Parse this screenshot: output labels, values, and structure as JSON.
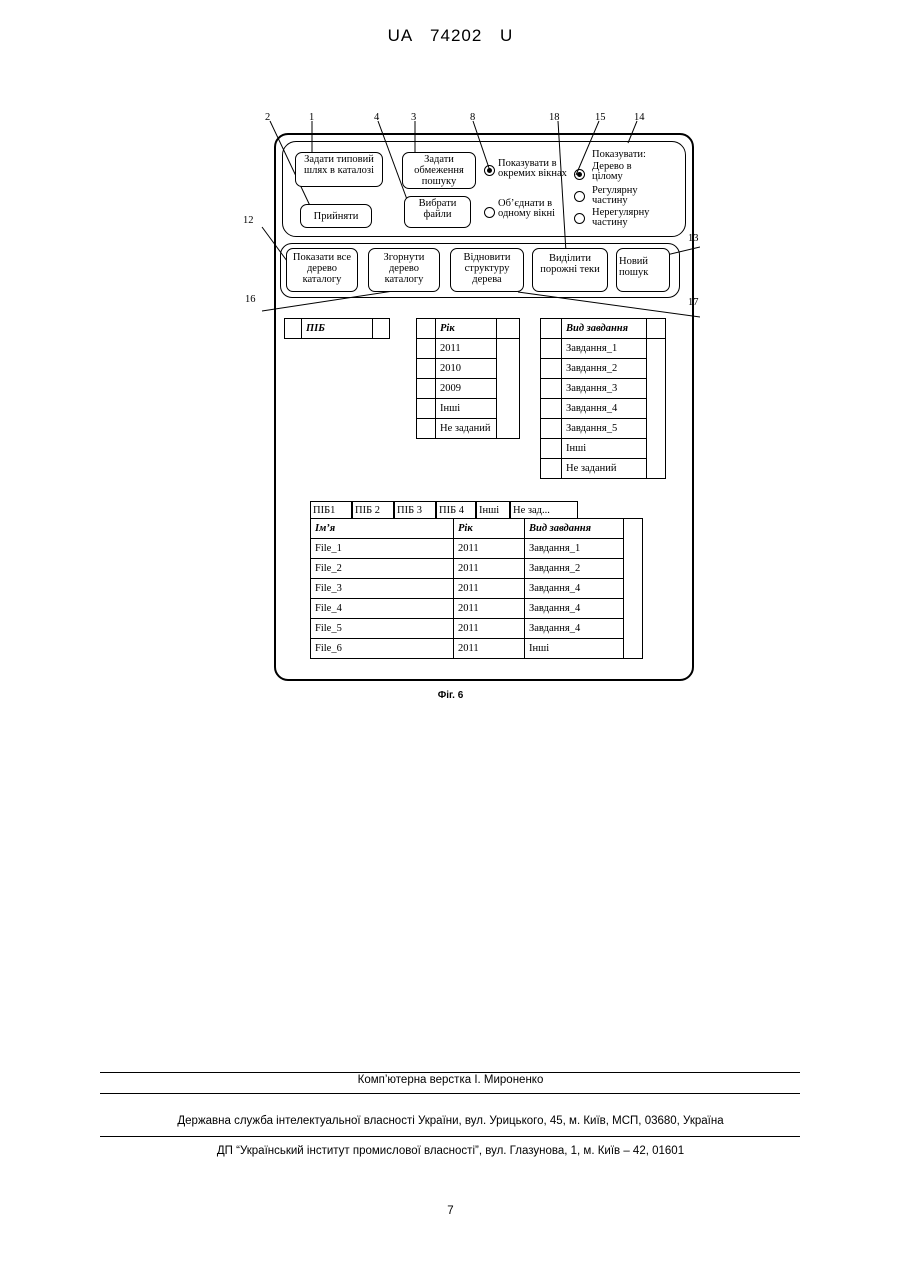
{
  "header": {
    "patent_id": "UA 74202 U"
  },
  "figure": {
    "callouts": {
      "n1": "1",
      "n2": "2",
      "n3": "3",
      "n4": "4",
      "n8": "8",
      "n12": "12",
      "n13": "13",
      "n14": "14",
      "n15": "15",
      "n16": "16",
      "n17": "17",
      "n18": "18"
    },
    "toolbar1": {
      "set_path": "Задати типовий шлях в каталозі",
      "accept": "Прийняти",
      "set_limits": "Задати обмеження пошуку",
      "select_files": "Вибрати файли",
      "show_separate": "Показувати в окремих вікнах",
      "merge_window": "Об’єднати в одному вікні",
      "show_title": "Показувати:",
      "tree_whole": "Дерево в цілому",
      "regular_part": "Регулярну частину",
      "irregular_part": "Нерегулярну частину"
    },
    "toolbar2": {
      "show_tree": "Показати все дерево каталогу",
      "collapse_tree": "Згорнути дерево каталогу",
      "restore_tree": "Відновити структуру дерева",
      "highlight_empty": "Виділити порожні теки",
      "new_search": "Новий пошук"
    },
    "filter_pib": {
      "header": "ПІБ"
    },
    "filter_year": {
      "header": "Рік",
      "items": [
        "2011",
        "2010",
        "2009",
        "Інші",
        "Не заданий"
      ]
    },
    "filter_task": {
      "header": "Вид завдання",
      "items": [
        "Завдання_1",
        "Завдання_2",
        "Завдання_3",
        "Завдання_4",
        "Завдання_5",
        "Інші",
        "Не заданий"
      ]
    },
    "tabs": [
      "ПІБ1",
      "ПІБ 2",
      "ПІБ 3",
      "ПІБ 4",
      "Інші",
      "Не зад..."
    ],
    "results": {
      "headers": [
        "Ім’я",
        "Рік",
        "Вид завдання"
      ],
      "rows": [
        [
          "File_1",
          "2011",
          "Завдання_1"
        ],
        [
          "File_2",
          "2011",
          "Завдання_2"
        ],
        [
          "File_3",
          "2011",
          "Завдання_4"
        ],
        [
          "File_4",
          "2011",
          "Завдання_4"
        ],
        [
          "File_5",
          "2011",
          "Завдання_4"
        ],
        [
          "File_6",
          "2011",
          "Інші"
        ]
      ]
    },
    "caption": "Фіг. 6"
  },
  "footer": {
    "layout_credit": "Комп’ютерна верстка І. Мироненко",
    "agency": "Державна служба інтелектуальної власності України, вул. Урицького, 45, м. Київ, МСП, 03680, Україна",
    "institute": "ДП “Український інститут промислової власності”, вул. Глазунова, 1, м. Київ – 42, 01601",
    "page_number": "7"
  }
}
